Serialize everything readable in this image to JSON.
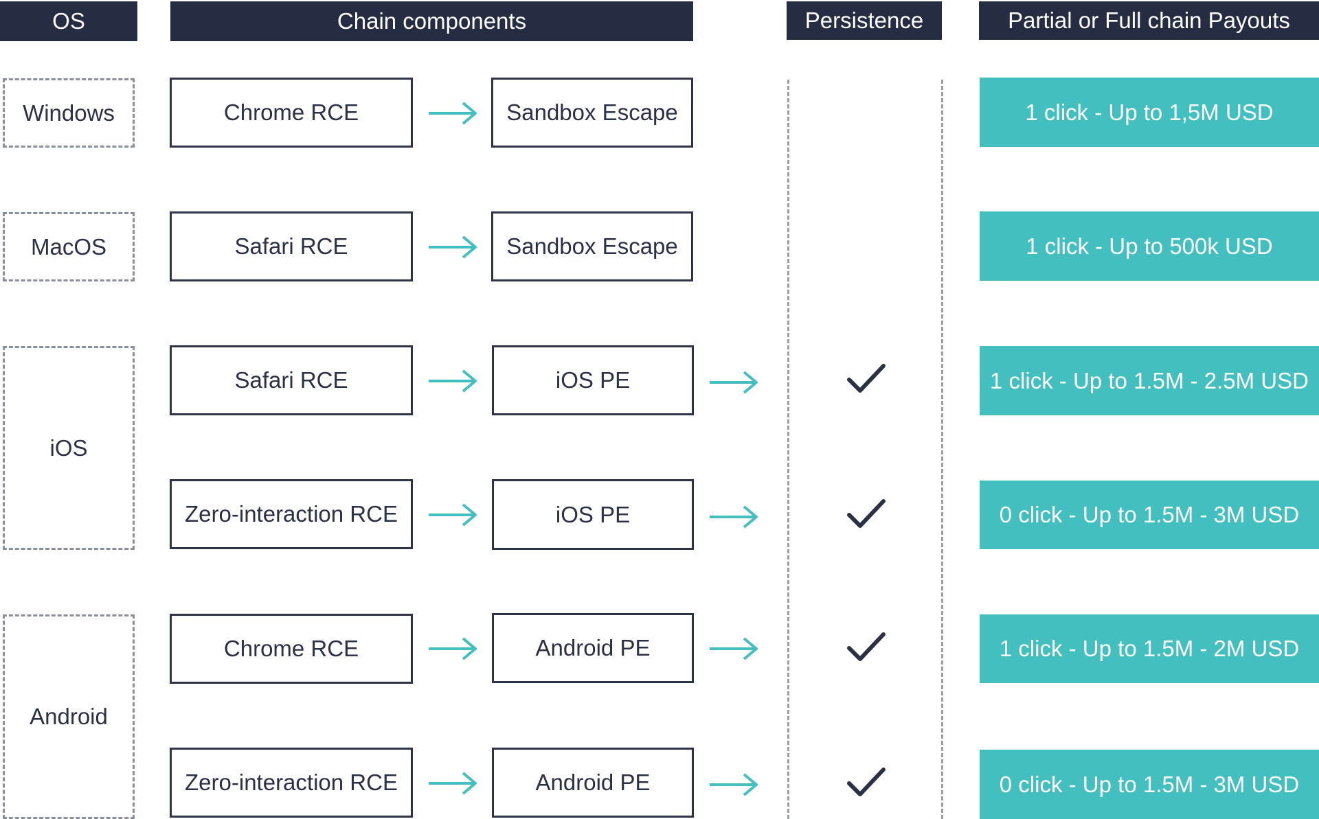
{
  "headers": {
    "os": "OS",
    "chain": "Chain components",
    "persistence": "Persistence",
    "payouts": "Partial or Full chain Payouts"
  },
  "os": {
    "windows": "Windows",
    "macos": "MacOS",
    "ios": "iOS",
    "android": "Android"
  },
  "rows": [
    {
      "rce": "Chrome RCE",
      "stage2": "Sandbox Escape",
      "persistence": false,
      "payout": "1 click - Up to 1,5M USD"
    },
    {
      "rce": "Safari RCE",
      "stage2": "Sandbox Escape",
      "persistence": false,
      "payout": "1 click - Up to 500k USD"
    },
    {
      "rce": "Safari RCE",
      "stage2": "iOS PE",
      "persistence": true,
      "payout": "1 click - Up to 1.5M - 2.5M USD"
    },
    {
      "rce": "Zero-interaction RCE",
      "stage2": "iOS PE",
      "persistence": true,
      "payout": "0 click - Up to 1.5M - 3M USD"
    },
    {
      "rce": "Chrome RCE",
      "stage2": "Android PE",
      "persistence": true,
      "payout": "1 click - Up to 1.5M - 2M USD"
    },
    {
      "rce": "Zero-interaction RCE",
      "stage2": "Android PE",
      "persistence": true,
      "payout": "0 click - Up to 1.5M - 3M USD"
    }
  ],
  "icons": {
    "arrow": "arrow-right-icon",
    "check": "checkmark-icon"
  },
  "colors": {
    "header_bg": "#262c41",
    "payout_bg": "#43bfbf",
    "arrow": "#43bfbf",
    "text": "#2b3044"
  }
}
